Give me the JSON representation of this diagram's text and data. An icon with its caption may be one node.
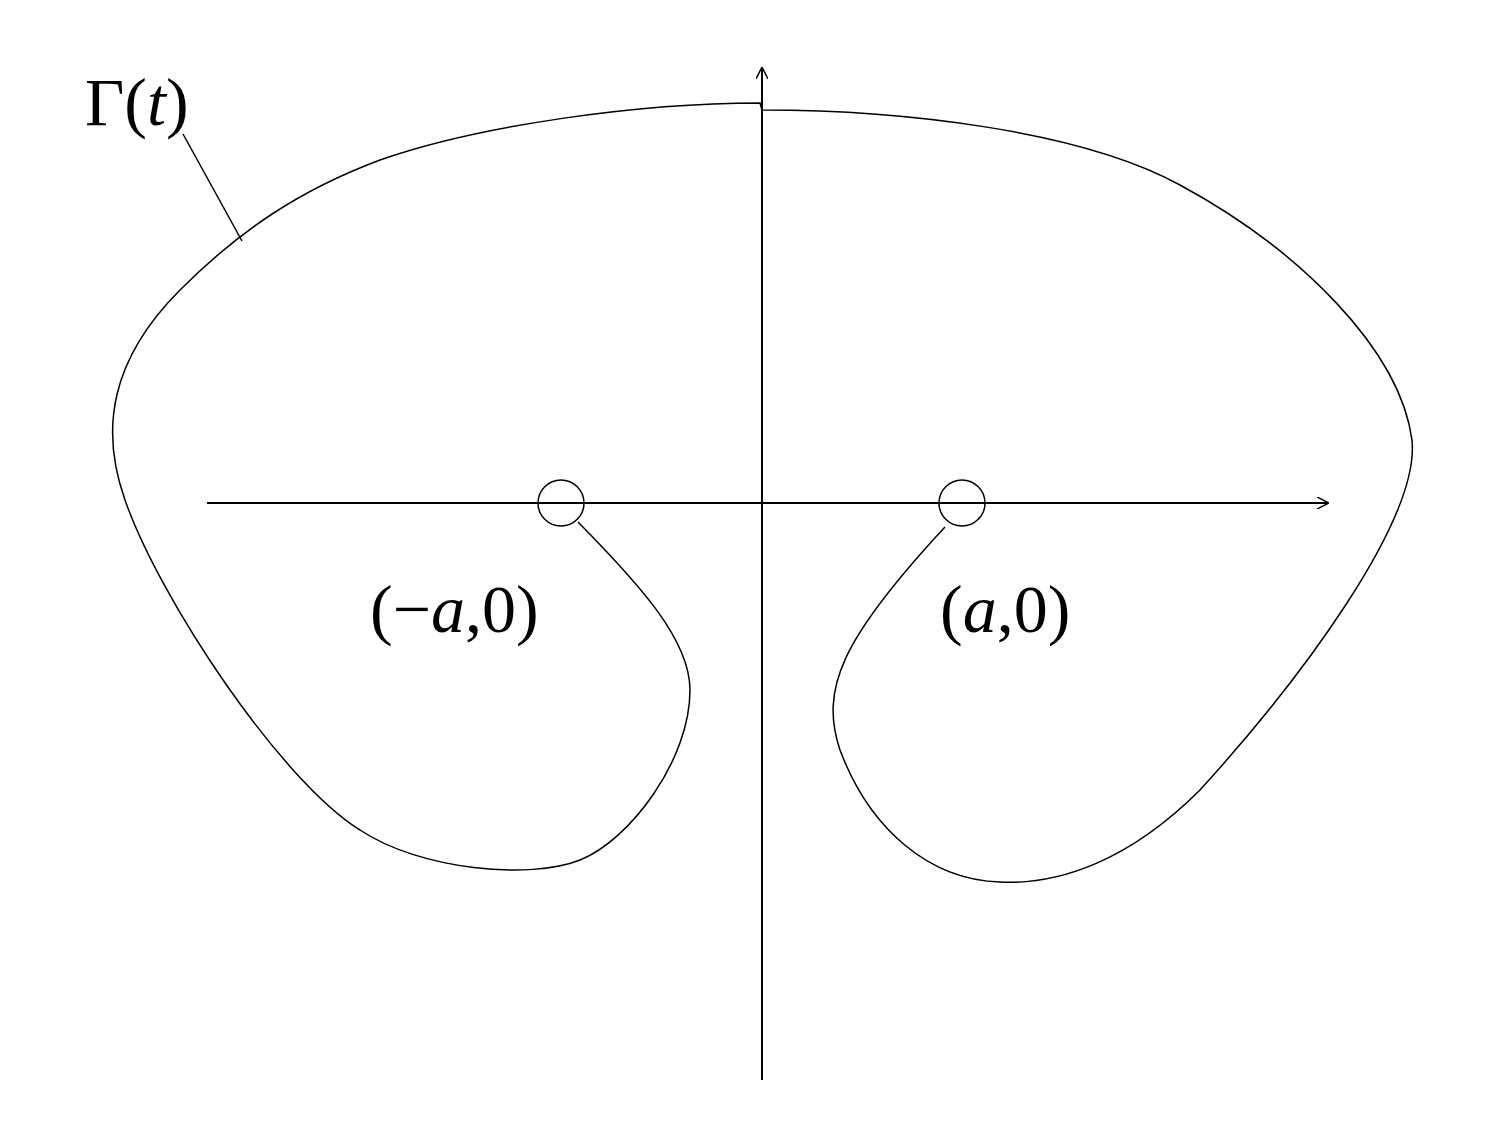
{
  "diagram": {
    "nodes": [
      {
        "text": [
          "Γ(*t*)"
        ]
      },
      {
        "text": [],
        "shape": "curve"
      }
    ],
    "edges": [
      {
        "from": 0,
        "to": 1,
        "arrow": "none"
      }
    ],
    "labels": [
      "(−*a*,0)",
      "(*a*,0)"
    ]
  }
}
